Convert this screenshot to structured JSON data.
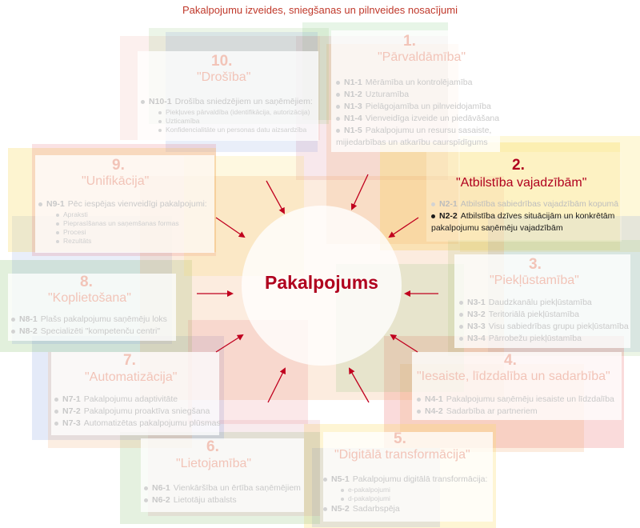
{
  "title": "Pakalpojumu izveides, sniegšanas un pilnveides nosacījumi",
  "center": "Pakalpojums",
  "accent_color": "#b0001e",
  "cards": [
    {
      "id": "c1",
      "number": "1.",
      "title": "\"Pārvaldāmība\"",
      "items": [
        {
          "code": "N1-1",
          "text": "Mērāmība un kontrolējamība"
        },
        {
          "code": "N1-2",
          "text": "Uzturamība"
        },
        {
          "code": "N1-3",
          "text": "Pielāgojamība un pilnveidojamība"
        },
        {
          "code": "N1-4",
          "text": "Vienveidīga izveide un piedāvāšana"
        },
        {
          "code": "N1-5",
          "text": "Pakalpojumu un resursu sasaiste, mijiedarbības un atkarību caurspīdīgums"
        }
      ]
    },
    {
      "id": "c2",
      "number": "2.",
      "title": "\"Atbilstība vajadzībām\"",
      "active": true,
      "items": [
        {
          "code": "N2-1",
          "text": "Atbilstība sabiedrības vajadzībām kopumā"
        },
        {
          "code": "N2-2",
          "text": "Atbilstība dzīves situācijām un konkrētām pakalpojumu saņēmēju vajadzībām",
          "highlight": true
        }
      ]
    },
    {
      "id": "c3",
      "number": "3.",
      "title": "\"Piekļūstamība\"",
      "items": [
        {
          "code": "N3-1",
          "text": "Daudzkanālu piekļūstamība"
        },
        {
          "code": "N3-2",
          "text": "Teritoriālā piekļūstamība"
        },
        {
          "code": "N3-3",
          "text": "Visu sabiedrības grupu piekļūstamība"
        },
        {
          "code": "N3-4",
          "text": "Pārrobežu piekļūstamība"
        }
      ]
    },
    {
      "id": "c4",
      "number": "4.",
      "title": "\"Iesaiste, līdzdalība un sadarbība\"",
      "items": [
        {
          "code": "N4-1",
          "text": "Pakalpojumu saņēmēju iesaiste un līdzdalība"
        },
        {
          "code": "N4-2",
          "text": "Sadarbība ar partneriem"
        }
      ]
    },
    {
      "id": "c5",
      "number": "5.",
      "title": "\"Digitālā transformācija\"",
      "items": [
        {
          "code": "N5-1",
          "text": "Pakalpojumu digitālā transformācija:",
          "sub": [
            "e-pakalpojumi",
            "d-pakalpojumi"
          ]
        },
        {
          "code": "N5-2",
          "text": "Sadarbspēja"
        }
      ]
    },
    {
      "id": "c6",
      "number": "6.",
      "title": "\"Lietojamība\"",
      "items": [
        {
          "code": "N6-1",
          "text": "Vienkāršība un ērtība saņēmējiem"
        },
        {
          "code": "N6-2",
          "text": "Lietotāju atbalsts"
        }
      ]
    },
    {
      "id": "c7",
      "number": "7.",
      "title": "\"Automatizācija\"",
      "items": [
        {
          "code": "N7-1",
          "text": "Pakalpojumu adaptivitāte"
        },
        {
          "code": "N7-2",
          "text": "Pakalpojumu proaktīva sniegšana"
        },
        {
          "code": "N7-3",
          "text": "Automatizētas pakalpojumu plūsmas"
        }
      ]
    },
    {
      "id": "c8",
      "number": "8.",
      "title": "\"Koplietošana\"",
      "items": [
        {
          "code": "N8-1",
          "text": "Plašs pakalpojumu saņēmēju loks"
        },
        {
          "code": "N8-2",
          "text": "Specializēti \"kompetenču centri\""
        }
      ]
    },
    {
      "id": "c9",
      "number": "9.",
      "title": "\"Unifikācija\"",
      "items": [
        {
          "code": "N9-1",
          "text": "Pēc iespējas vienveidīgi pakalpojumi:",
          "sub": [
            "Apraksti",
            "Pieprasīšanas un saņemšanas formas",
            "Procesi",
            "Rezultāts"
          ]
        }
      ]
    },
    {
      "id": "c10",
      "number": "10.",
      "title": "\"Drošība\"",
      "items": [
        {
          "code": "N10-1",
          "text": "Drošība sniedzējiem un saņēmējiem:",
          "sub": [
            "Piekļuves pārvaldība (identifikācija, autorizācija)",
            "Uzticamība",
            "Konfidencialitāte un personas datu aizsardzība"
          ]
        }
      ]
    }
  ]
}
